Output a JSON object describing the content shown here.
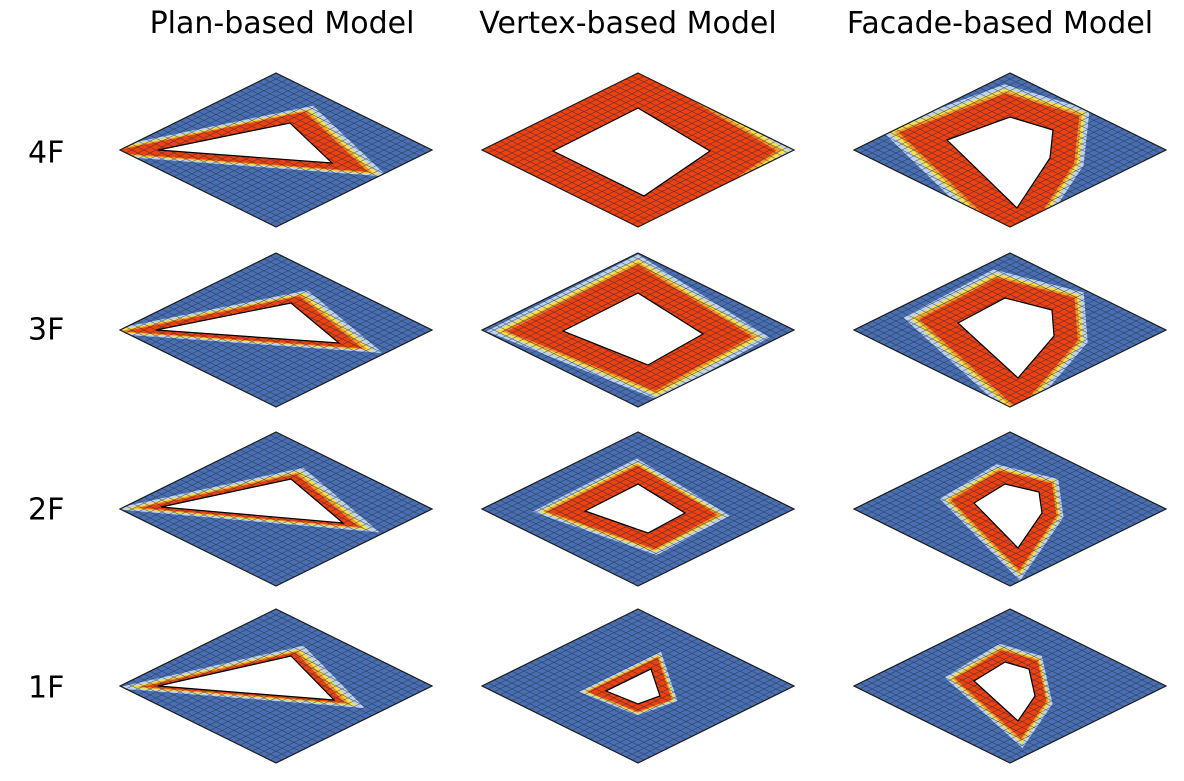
{
  "columns": [
    "Plan-based Model",
    "Vertex-based Model",
    "Facade-based Model"
  ],
  "rows": [
    "4F",
    "3F",
    "2F",
    "1F"
  ],
  "colors": {
    "ground": "#4a6fb0",
    "grid_line": "#1e2f52",
    "core": "#f0400d",
    "core_alt": "#d93a10",
    "ring_yellow": "#f6e24a",
    "ring_orange": "#f59a28",
    "ring_pale": "#bfd3ec",
    "void": "#ffffff"
  }
}
